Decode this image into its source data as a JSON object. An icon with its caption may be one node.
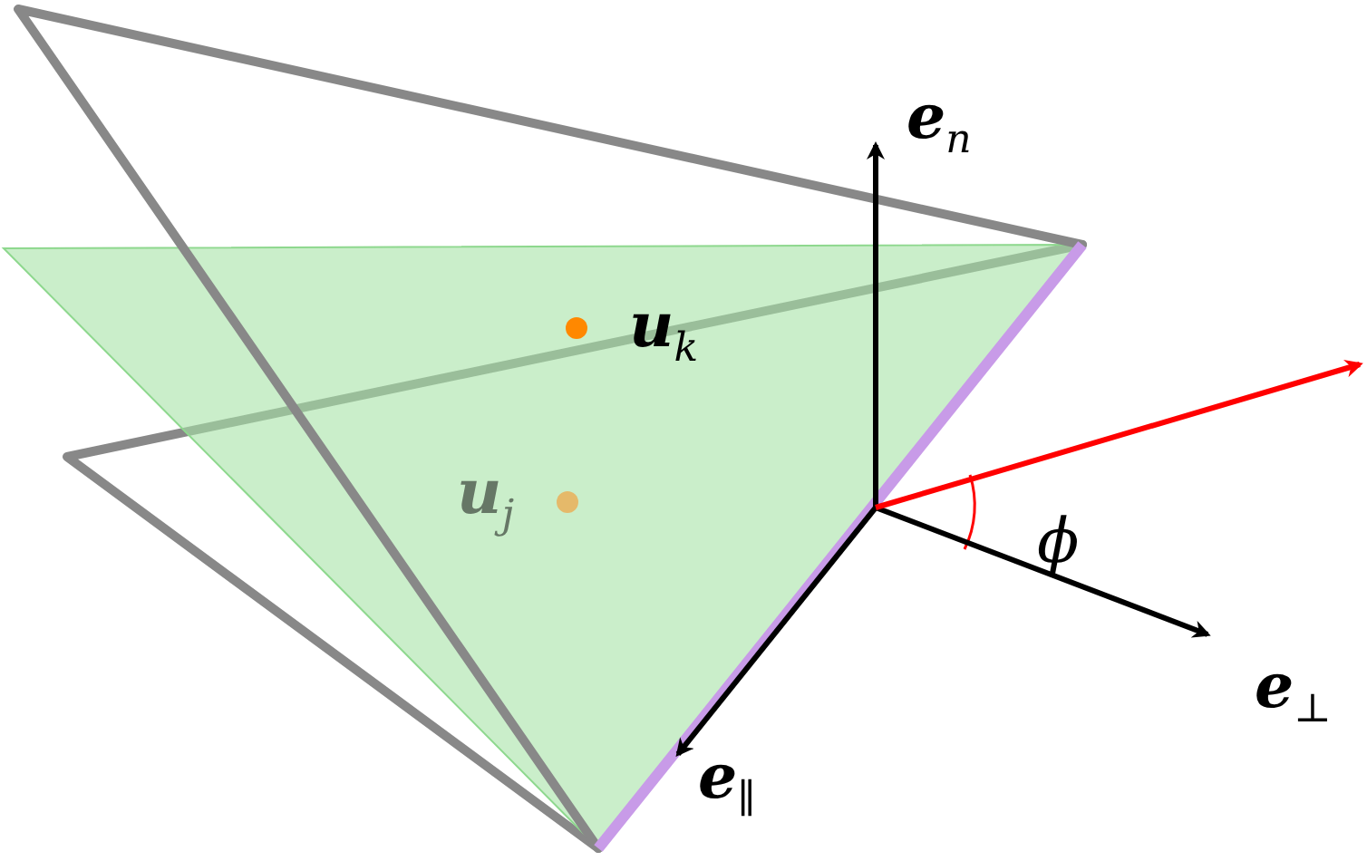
{
  "diagram": {
    "labels": [
      "**e**$_{n}$",
      "**u**$_{k}$",
      "**u**$_{j}$",
      "ϕ",
      "**e**$_{⊥}$",
      "**e**$_{∥}$"
    ]
  }
}
